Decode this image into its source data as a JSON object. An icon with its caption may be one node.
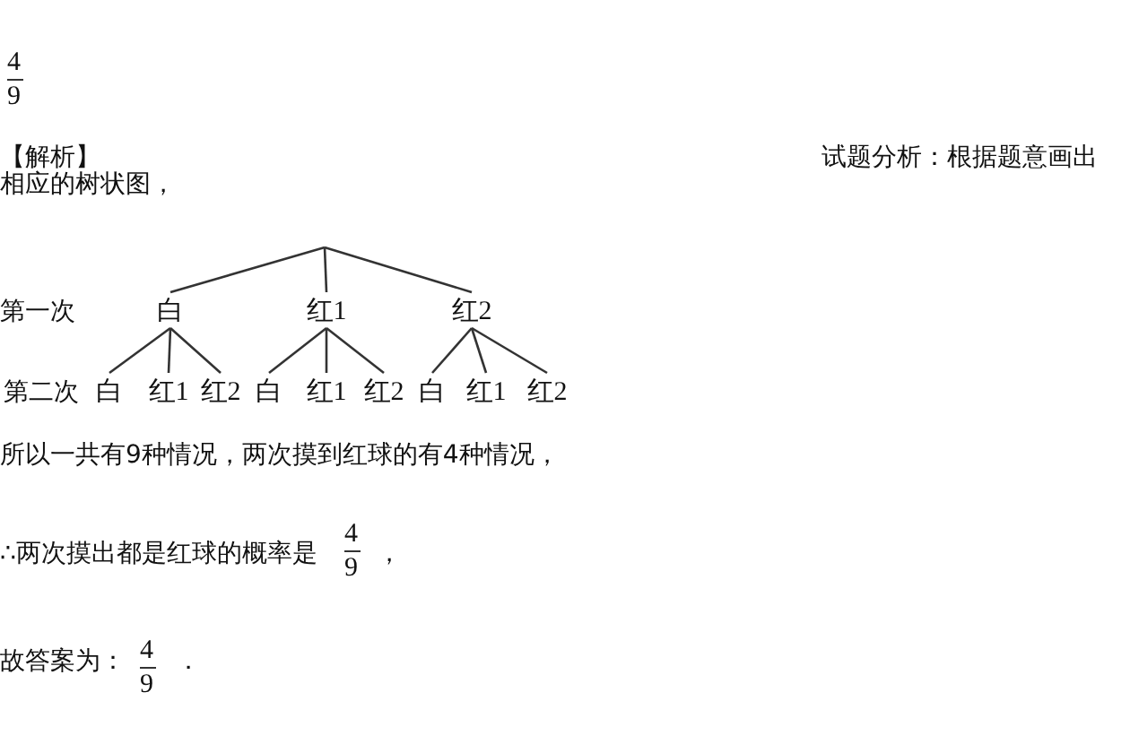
{
  "diagram": {
    "nodes": [
      {
        "text": [
          "白"
        ]
      },
      {
        "text": [
          "红1"
        ]
      },
      {
        "text": [
          "红2"
        ]
      },
      {
        "text": [
          "白"
        ]
      },
      {
        "text": [
          "红1"
        ]
      },
      {
        "text": [
          "红2"
        ]
      },
      {
        "text": [
          "白"
        ]
      },
      {
        "text": [
          "红1"
        ]
      },
      {
        "text": [
          "红2"
        ]
      },
      {
        "text": [
          "白"
        ]
      },
      {
        "text": [
          "红1"
        ]
      },
      {
        "text": [
          "红2"
        ]
      }
    ],
    "edges": [
      {
        "from": null,
        "to": 0,
        "arrow": "none"
      },
      {
        "from": null,
        "to": 1,
        "arrow": "none"
      },
      {
        "from": null,
        "to": 2,
        "arrow": "none"
      },
      {
        "from": 0,
        "to": 3,
        "arrow": "none"
      },
      {
        "from": 0,
        "to": 4,
        "arrow": "none"
      },
      {
        "from": 0,
        "to": 5,
        "arrow": "none"
      },
      {
        "from": 1,
        "to": 6,
        "arrow": "none"
      },
      {
        "from": 1,
        "to": 7,
        "arrow": "none"
      },
      {
        "from": 1,
        "to": 8,
        "arrow": "none"
      },
      {
        "from": 2,
        "to": 9,
        "arrow": "none"
      },
      {
        "from": 2,
        "to": 10,
        "arrow": "none"
      },
      {
        "from": 2,
        "to": 11,
        "arrow": "none"
      }
    ],
    "labels": [
      "4",
      "9",
      "【解析】",
      "试题分析：根据题意画出",
      "相应的树状图，",
      "第一次",
      "第二次",
      "所以一共有9种情况，两次摸到红球的有4种情况，",
      "∴两次摸出都是红球的概率是",
      "4",
      "9",
      "，",
      "故答案为：",
      "4",
      "9",
      "．"
    ]
  }
}
